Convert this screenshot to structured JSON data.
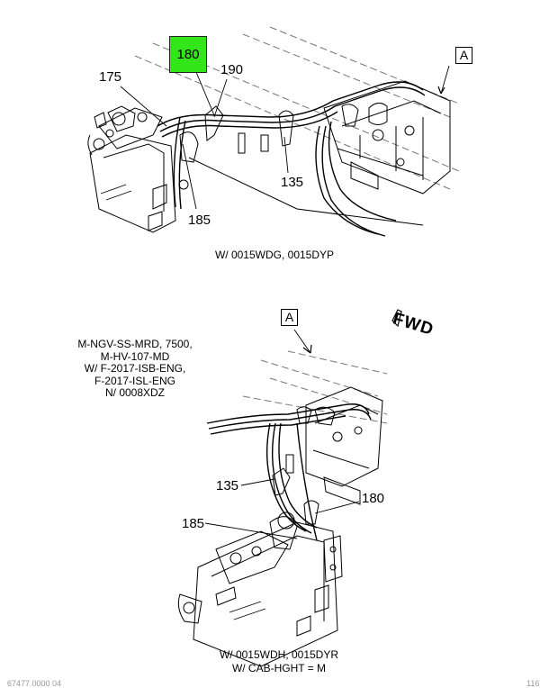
{
  "top_view": {
    "callouts": {
      "c180_highlighted": "180",
      "c175": "175",
      "c190": "190",
      "c135": "135",
      "c185": "185"
    },
    "view_marker": "A",
    "caption": "W/ 0015WDG, 0015DYP",
    "highlight_color": "#33e61a"
  },
  "bottom_view": {
    "callouts": {
      "c135": "135",
      "c180": "180",
      "c185": "185"
    },
    "view_marker": "A",
    "fwd_label": "FWD",
    "note_lines": [
      "M-NGV-SS-MRD, 7500,",
      "M-HV-107-MD",
      "W/ F-2017-ISB-ENG,",
      "F-2017-ISL-ENG",
      "N/ 0008XDZ"
    ],
    "caption_lines": [
      "W/ 0015WDH, 0015DYR",
      "W/ CAB-HGHT = M"
    ]
  },
  "footer": {
    "left_text": "67477 0000 04",
    "right_text": "116"
  }
}
